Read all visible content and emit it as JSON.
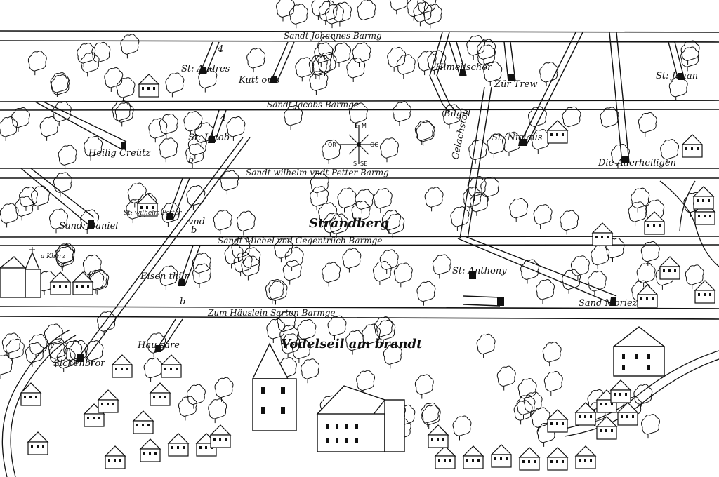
{
  "map": {
    "bands": [
      {
        "label": "Sandt Johannes Barmg"
      },
      {
        "label": "Sandt Jacobs Barmge"
      },
      {
        "label": "Sandt wilhelm vndt Petter Barmg"
      },
      {
        "label": "Sandt Michel vnd Gegentrüch Barmge"
      },
      {
        "label": "Zum Häuslein Sarten Barmge"
      }
    ],
    "adits": [
      {
        "label": "St: Andres"
      },
      {
        "label": "Kutt orts"
      },
      {
        "label": "Himelischör"
      },
      {
        "label": "Zür Trew"
      },
      {
        "label": "St: Johan"
      },
      {
        "label": "Heilig Creütz"
      },
      {
        "label": "St: Jacob"
      },
      {
        "label": "Bügel"
      },
      {
        "label": "Gelachstoll"
      },
      {
        "label": "St: Niclaüs"
      },
      {
        "label": "Die Allerheiligen"
      },
      {
        "label": "Sand: Daniel"
      },
      {
        "label": "St: wilhelm Petter"
      },
      {
        "label": "vnd"
      },
      {
        "label": "Eisen thür"
      },
      {
        "label": "St: Anthony"
      },
      {
        "label": "Sand Moriez"
      },
      {
        "label": "Hau sare"
      },
      {
        "label": "Sichenbror"
      }
    ],
    "places": {
      "mountain": "Strandberg",
      "village": "Vodelseil am brandt",
      "chapel": "a Kherz"
    },
    "numerals": {
      "n1": "4",
      "n2": "4",
      "n3": "b",
      "n4": "b",
      "n5": "b"
    },
    "compass": {
      "north": "M",
      "east": "OC",
      "south": "SE",
      "west": "OR",
      "center_top": "E",
      "center_bottom": "S"
    },
    "colors": {
      "ink": "#111111",
      "paper": "#ffffff"
    }
  }
}
